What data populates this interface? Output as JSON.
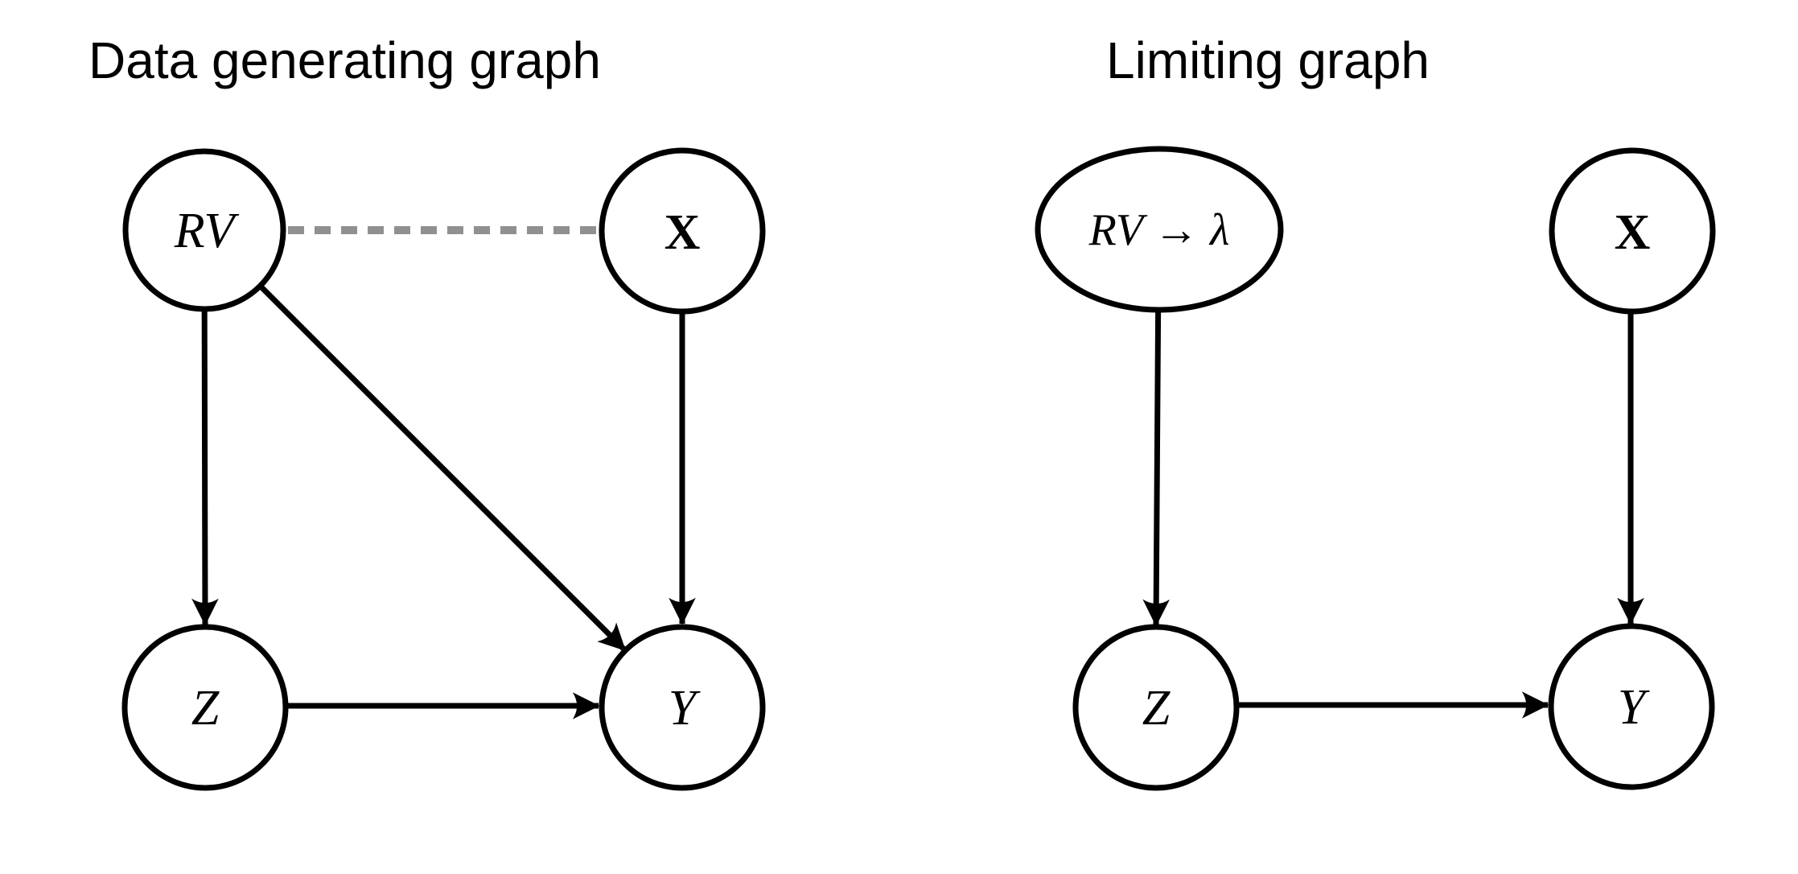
{
  "figure": {
    "background": "#ffffff",
    "edge_color": "#000000",
    "dashed_edge_color": "#909090",
    "node_fill": "#ffffff",
    "node_stroke": "#000000"
  },
  "panels": [
    {
      "title": "Data generating graph",
      "nodes": [
        {
          "id": "RV",
          "label": "RV"
        },
        {
          "id": "X",
          "label": "X"
        },
        {
          "id": "Z",
          "label": "Z"
        },
        {
          "id": "Y",
          "label": "Y"
        }
      ],
      "edges": [
        {
          "from": "RV",
          "to": "X",
          "style": "dashed-undirected"
        },
        {
          "from": "RV",
          "to": "Z",
          "style": "arrow"
        },
        {
          "from": "RV",
          "to": "Y",
          "style": "arrow"
        },
        {
          "from": "X",
          "to": "Y",
          "style": "arrow"
        },
        {
          "from": "Z",
          "to": "Y",
          "style": "arrow"
        }
      ]
    },
    {
      "title": "Limiting graph",
      "nodes": [
        {
          "id": "RV-lambda",
          "label": "RV → λ"
        },
        {
          "id": "X",
          "label": "X"
        },
        {
          "id": "Z",
          "label": "Z"
        },
        {
          "id": "Y",
          "label": "Y"
        }
      ],
      "edges": [
        {
          "from": "RV-lambda",
          "to": "Z",
          "style": "arrow"
        },
        {
          "from": "X",
          "to": "Y",
          "style": "arrow"
        },
        {
          "from": "Z",
          "to": "Y",
          "style": "arrow"
        }
      ]
    }
  ]
}
